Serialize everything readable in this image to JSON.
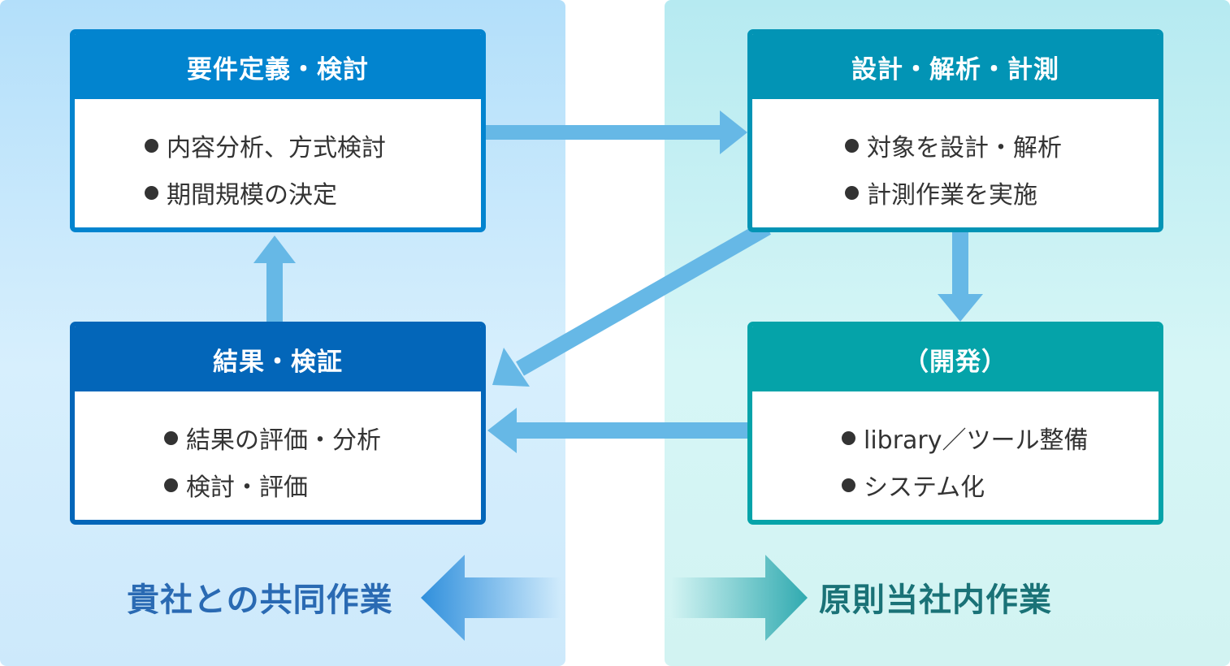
{
  "boxes": {
    "requirements": {
      "title": "要件定義・検討",
      "items": [
        "内容分析、方式検討",
        "期間規模の決定"
      ]
    },
    "design": {
      "title": "設計・解析・計測",
      "items": [
        "対象を設計・解析",
        "計測作業を実施"
      ]
    },
    "results": {
      "title": "結果・検証",
      "items": [
        "結果の評価・分析",
        "検討・評価"
      ]
    },
    "development": {
      "title": "（開発）",
      "items": [
        "library／ツール整備",
        "システム化"
      ]
    }
  },
  "footer": {
    "left_label": "貴社との共同作業",
    "right_label": "原則当社内作業"
  },
  "colors": {
    "requirements_header": "#0284cf",
    "results_header": "#0366b9",
    "design_header": "#0294b5",
    "development_header": "#05a3a9",
    "arrow": "#66b8e6",
    "left_zone": "#cfeafc",
    "right_zone": "#d3f4f3"
  }
}
